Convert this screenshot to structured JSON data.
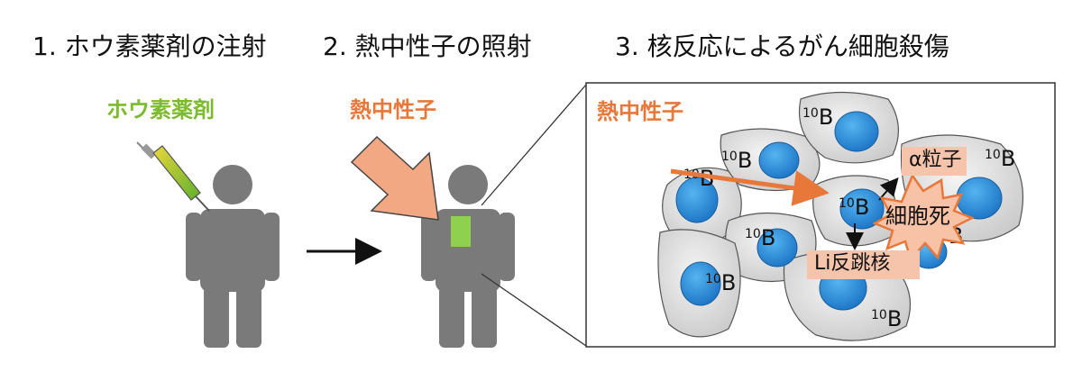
{
  "steps": [
    {
      "title": "1. ホウ素薬剤の注射"
    },
    {
      "title": "2. 熱中性子の照射"
    },
    {
      "title": "3. 核反応によるがん細胞殺傷"
    }
  ],
  "labels": {
    "boron_drug": "ホウ素薬剤",
    "thermal_neutron": "熱中性子",
    "thermal_neutron_inset": "熱中性子",
    "alpha_particle": "α粒子",
    "li_nucleus": "Li反跳核",
    "cell_death": "細胞死",
    "boron_mass": "10",
    "boron_symbol": "B"
  },
  "colors": {
    "drug_green": "#7dbb2e",
    "neutron_orange": "#e8773a",
    "arrow_salmon": "#f2a983",
    "body_gray": "#7a7a7a",
    "nucleus_blue": "#2f8ed6",
    "label_box": "#f5c4ab"
  }
}
